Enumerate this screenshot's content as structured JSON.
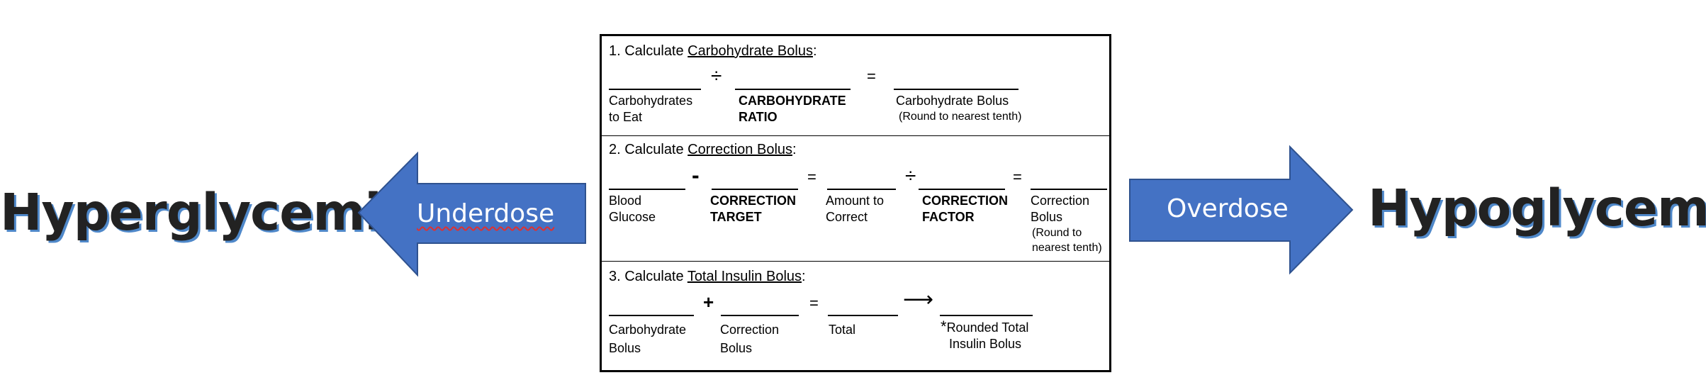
{
  "left_word": "Hyperglycemia",
  "right_word": "Hypoglycemia",
  "left_arrow_label": "Underdose",
  "right_arrow_label": "Overdose",
  "colors": {
    "arrow_fill": "#4472c4",
    "arrow_stroke": "#2f528f",
    "shadow": "#4f88c9"
  },
  "worksheet": {
    "step1": {
      "heading_prefix": "1.  Calculate ",
      "heading_term": "Carbohydrate Bolus",
      "heading_suffix": ":",
      "op_divide": "÷",
      "op_equals": "=",
      "carbs_line1": "Carbohydrates",
      "carbs_line2": "to Eat",
      "ratio_line1": "CARBOHYDRATE",
      "ratio_line2": "RATIO",
      "result_line1": "Carbohydrate Bolus",
      "result_note": "(Round to nearest tenth)"
    },
    "step2": {
      "heading_prefix": "2.  Calculate ",
      "heading_term": "Correction Bolus",
      "heading_suffix": ":",
      "op_minus": "-",
      "op_equals1": "=",
      "op_divide": "÷",
      "op_equals2": "=",
      "bg_line1": "Blood",
      "bg_line2": "Glucose",
      "target_line1": "CORRECTION",
      "target_line2": "TARGET",
      "amount_line1": "Amount to",
      "amount_line2": "Correct",
      "factor_line1": "CORRECTION",
      "factor_line2": "FACTOR",
      "result_line1": "Correction",
      "result_line2": "Bolus",
      "note_line1": "(Round to",
      "note_line2": "nearest tenth)"
    },
    "step3": {
      "heading_prefix": "3.  Calculate ",
      "heading_term": "Total Insulin Bolus",
      "heading_suffix": ":",
      "op_plus": "+",
      "op_equals": "=",
      "op_arrow": "⟶",
      "carb_line1": "Carbohydrate",
      "carb_line2": "Bolus",
      "corr_line1": "Correction",
      "corr_line2": "Bolus",
      "total_label": "Total",
      "asterisk": "*",
      "rounded_line1": "Rounded Total",
      "rounded_line2": "Insulin Bolus"
    }
  }
}
